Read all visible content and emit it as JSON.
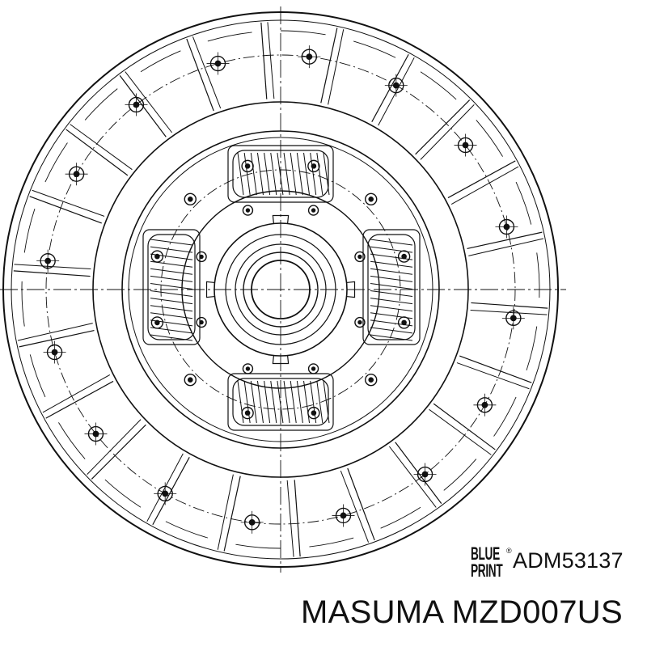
{
  "drawing": {
    "subject": "clutch-disc",
    "line_color": "#111111",
    "friction_segments": 22,
    "rivets_outer": 16,
    "rivets_inner": 12,
    "damper_springs": 4
  },
  "brand": {
    "logo_line1": "BLUE",
    "logo_line2": "PRINT",
    "logo_reg": "®",
    "part_number": "ADM53137"
  },
  "caption": "MASUMA MZD007US"
}
